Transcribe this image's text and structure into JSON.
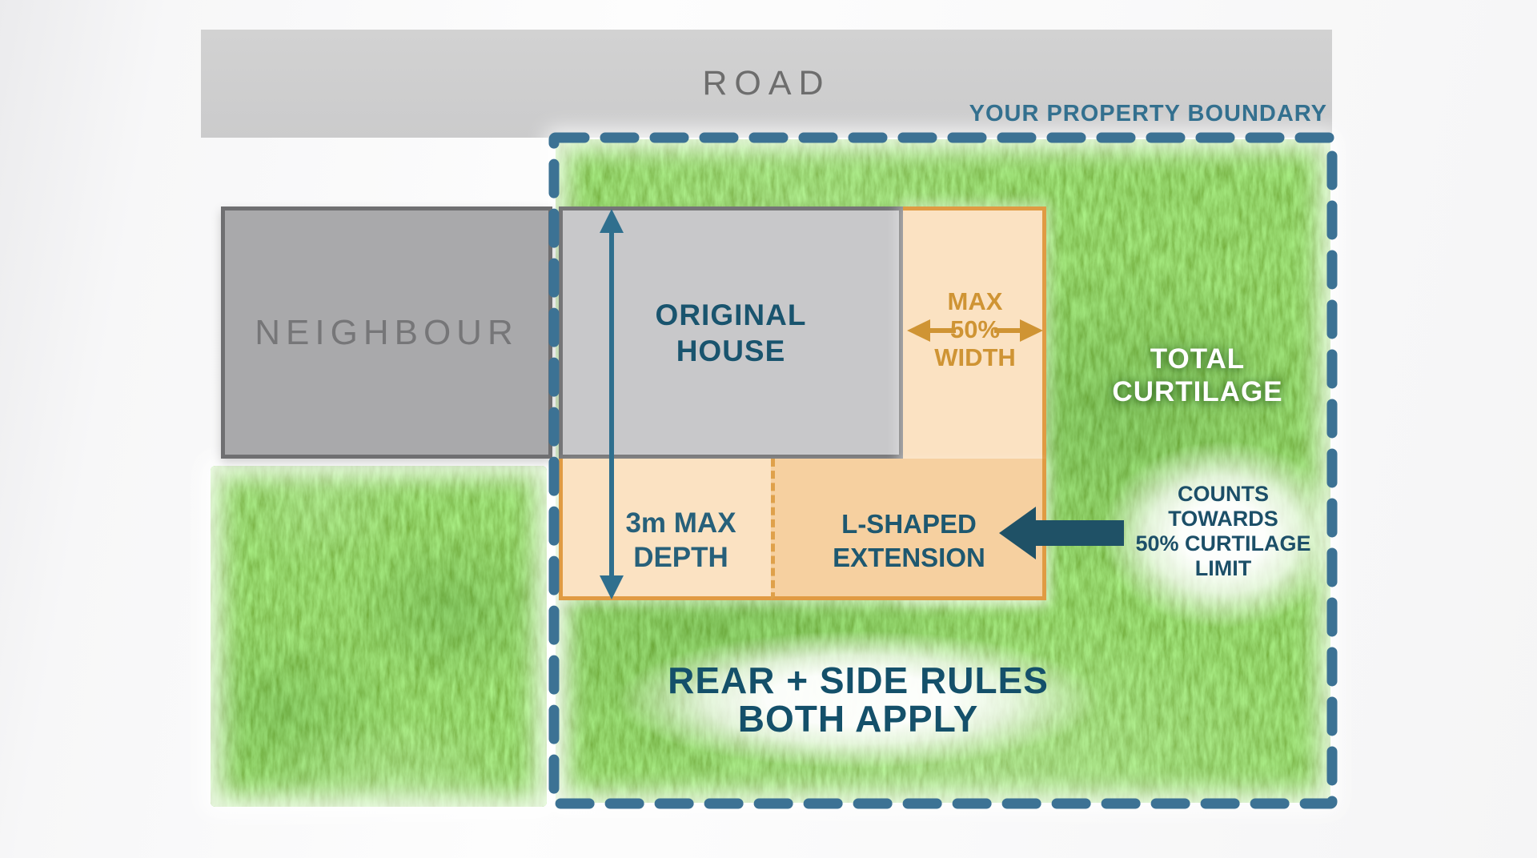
{
  "diagram": {
    "title_context": "Permitted development extension rules plot diagram",
    "road_label": "ROAD",
    "boundary_label": "YOUR PROPERTY BOUNDARY",
    "neighbour_label": "NEIGHBOUR",
    "original_house": {
      "line1": "ORIGINAL",
      "line2": "HOUSE"
    },
    "width_rule": {
      "line1": "MAX",
      "line2": "50%",
      "line3": "WIDTH"
    },
    "depth_rule": {
      "line1": "3m MAX",
      "line2": "DEPTH"
    },
    "extension_label": {
      "line1": "L-SHAPED",
      "line2": "EXTENSION"
    },
    "total_curtilage": {
      "line1": "TOTAL",
      "line2": "CURTILAGE"
    },
    "counts_note": {
      "line1": "COUNTS",
      "line2": "TOWARDS",
      "line3": "50% CURTILAGE",
      "line4": "LIMIT"
    },
    "rules_note": {
      "line1": "REAR + SIDE RULES",
      "line2": "BOTH APPLY"
    },
    "icons": {
      "depth_arrow": "double-headed-vertical-arrow",
      "width_arrow": "double-headed-horizontal-arrow",
      "pointer_arrow": "thick-left-block-arrow",
      "boundary_outline": "dashed-rectangle"
    },
    "colors": {
      "boundary_teal": "#3c7294",
      "label_teal": "#33708f",
      "text_teal_dark": "#1e5870",
      "orange_border": "#e09b43",
      "orange_text": "#cf9434",
      "peach_light": "#fbe2c2",
      "peach_dark": "#f6d0a0",
      "grass_green": "#55a42f",
      "road_gray": "#cecece",
      "house_gray": "#c8c8ca",
      "neighbour_gray": "#a9a9ab",
      "pointer_dark_teal": "#1f5166",
      "caption_white": "#ffffff"
    }
  }
}
